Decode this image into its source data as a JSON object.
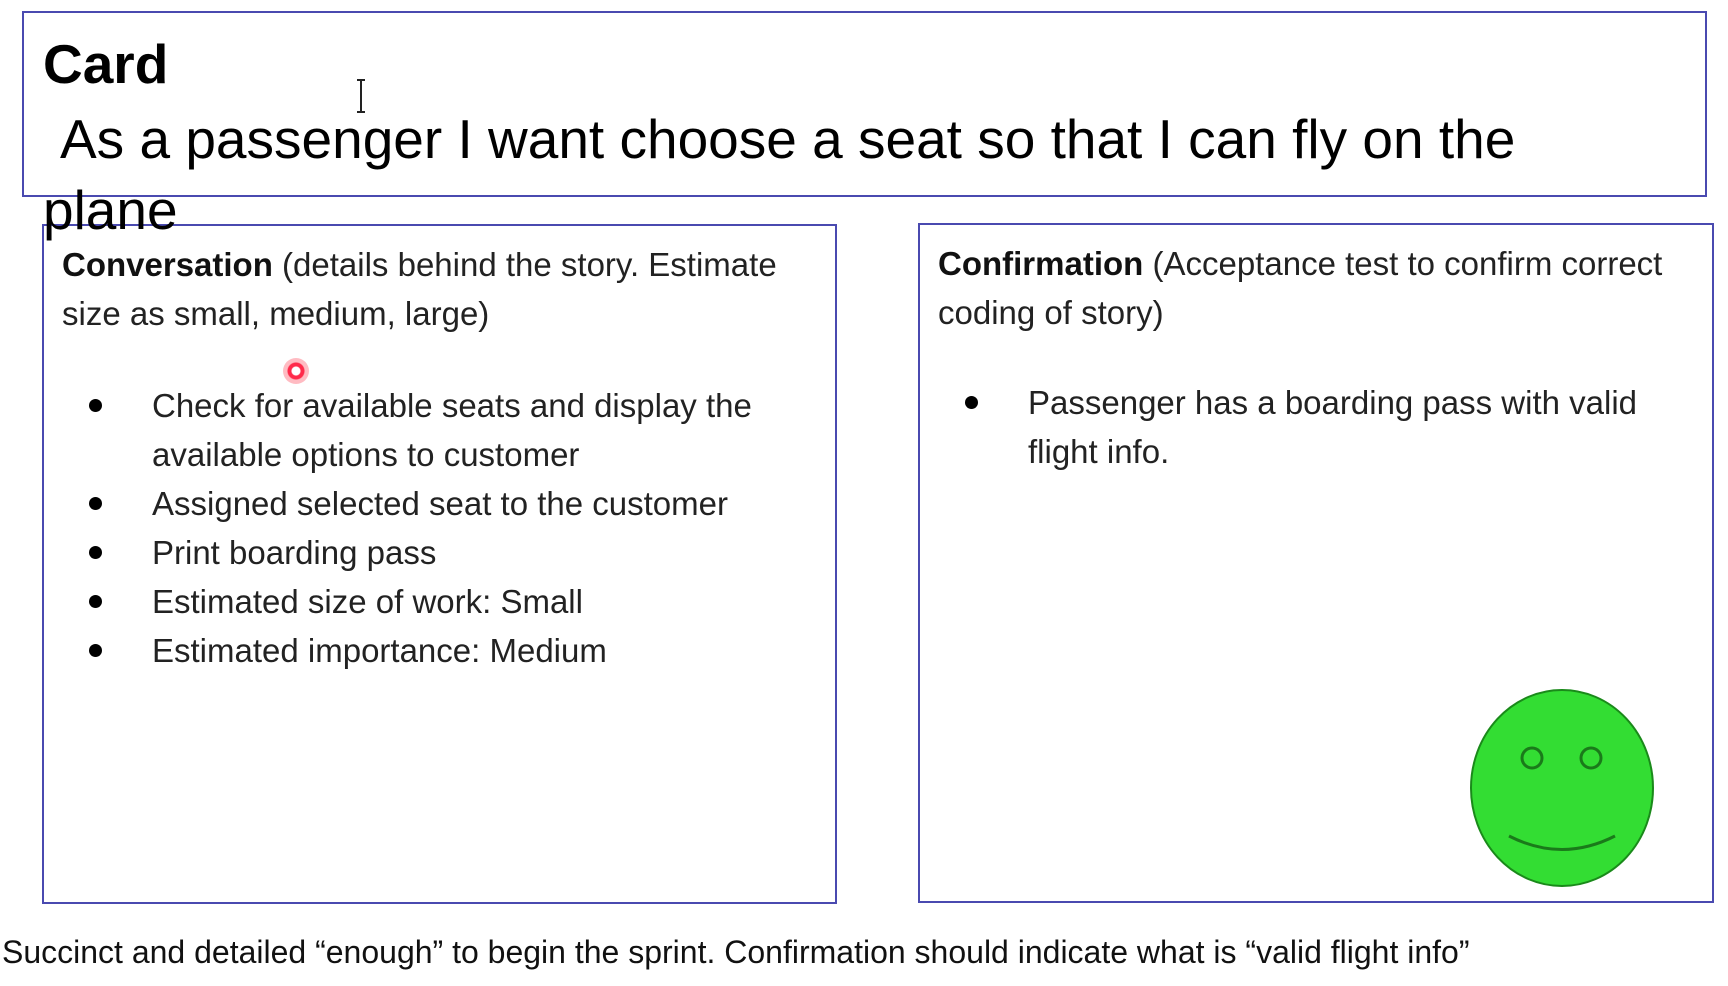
{
  "card": {
    "title": "Card",
    "story": "As a passenger I want choose a seat so that I can fly on the plane"
  },
  "conversation": {
    "heading_bold": "Conversation",
    "heading_rest": " (details behind the story. Estimate size as small, medium, large)",
    "items": [
      "Check for available seats and display the available options to customer",
      "Assigned selected seat to the customer",
      "Print boarding pass",
      "Estimated size of work: Small",
      "Estimated importance: Medium"
    ]
  },
  "confirmation": {
    "heading_bold": "Confirmation",
    "heading_rest": " (Acceptance test to confirm correct coding of story)",
    "items": [
      "Passenger has a boarding pass with valid flight info."
    ]
  },
  "footer": {
    "note": "Succinct and detailed “enough” to begin the sprint. Confirmation should indicate what is “valid flight info”"
  },
  "colors": {
    "box_border": "#4a4ab0",
    "smiley_face": "#33dd33",
    "laser_pointer": "#ff2a4a"
  },
  "icons": {
    "smiley": "smiley-face-icon",
    "pointer": "laser-pointer-icon",
    "cursor": "text-cursor-icon"
  }
}
